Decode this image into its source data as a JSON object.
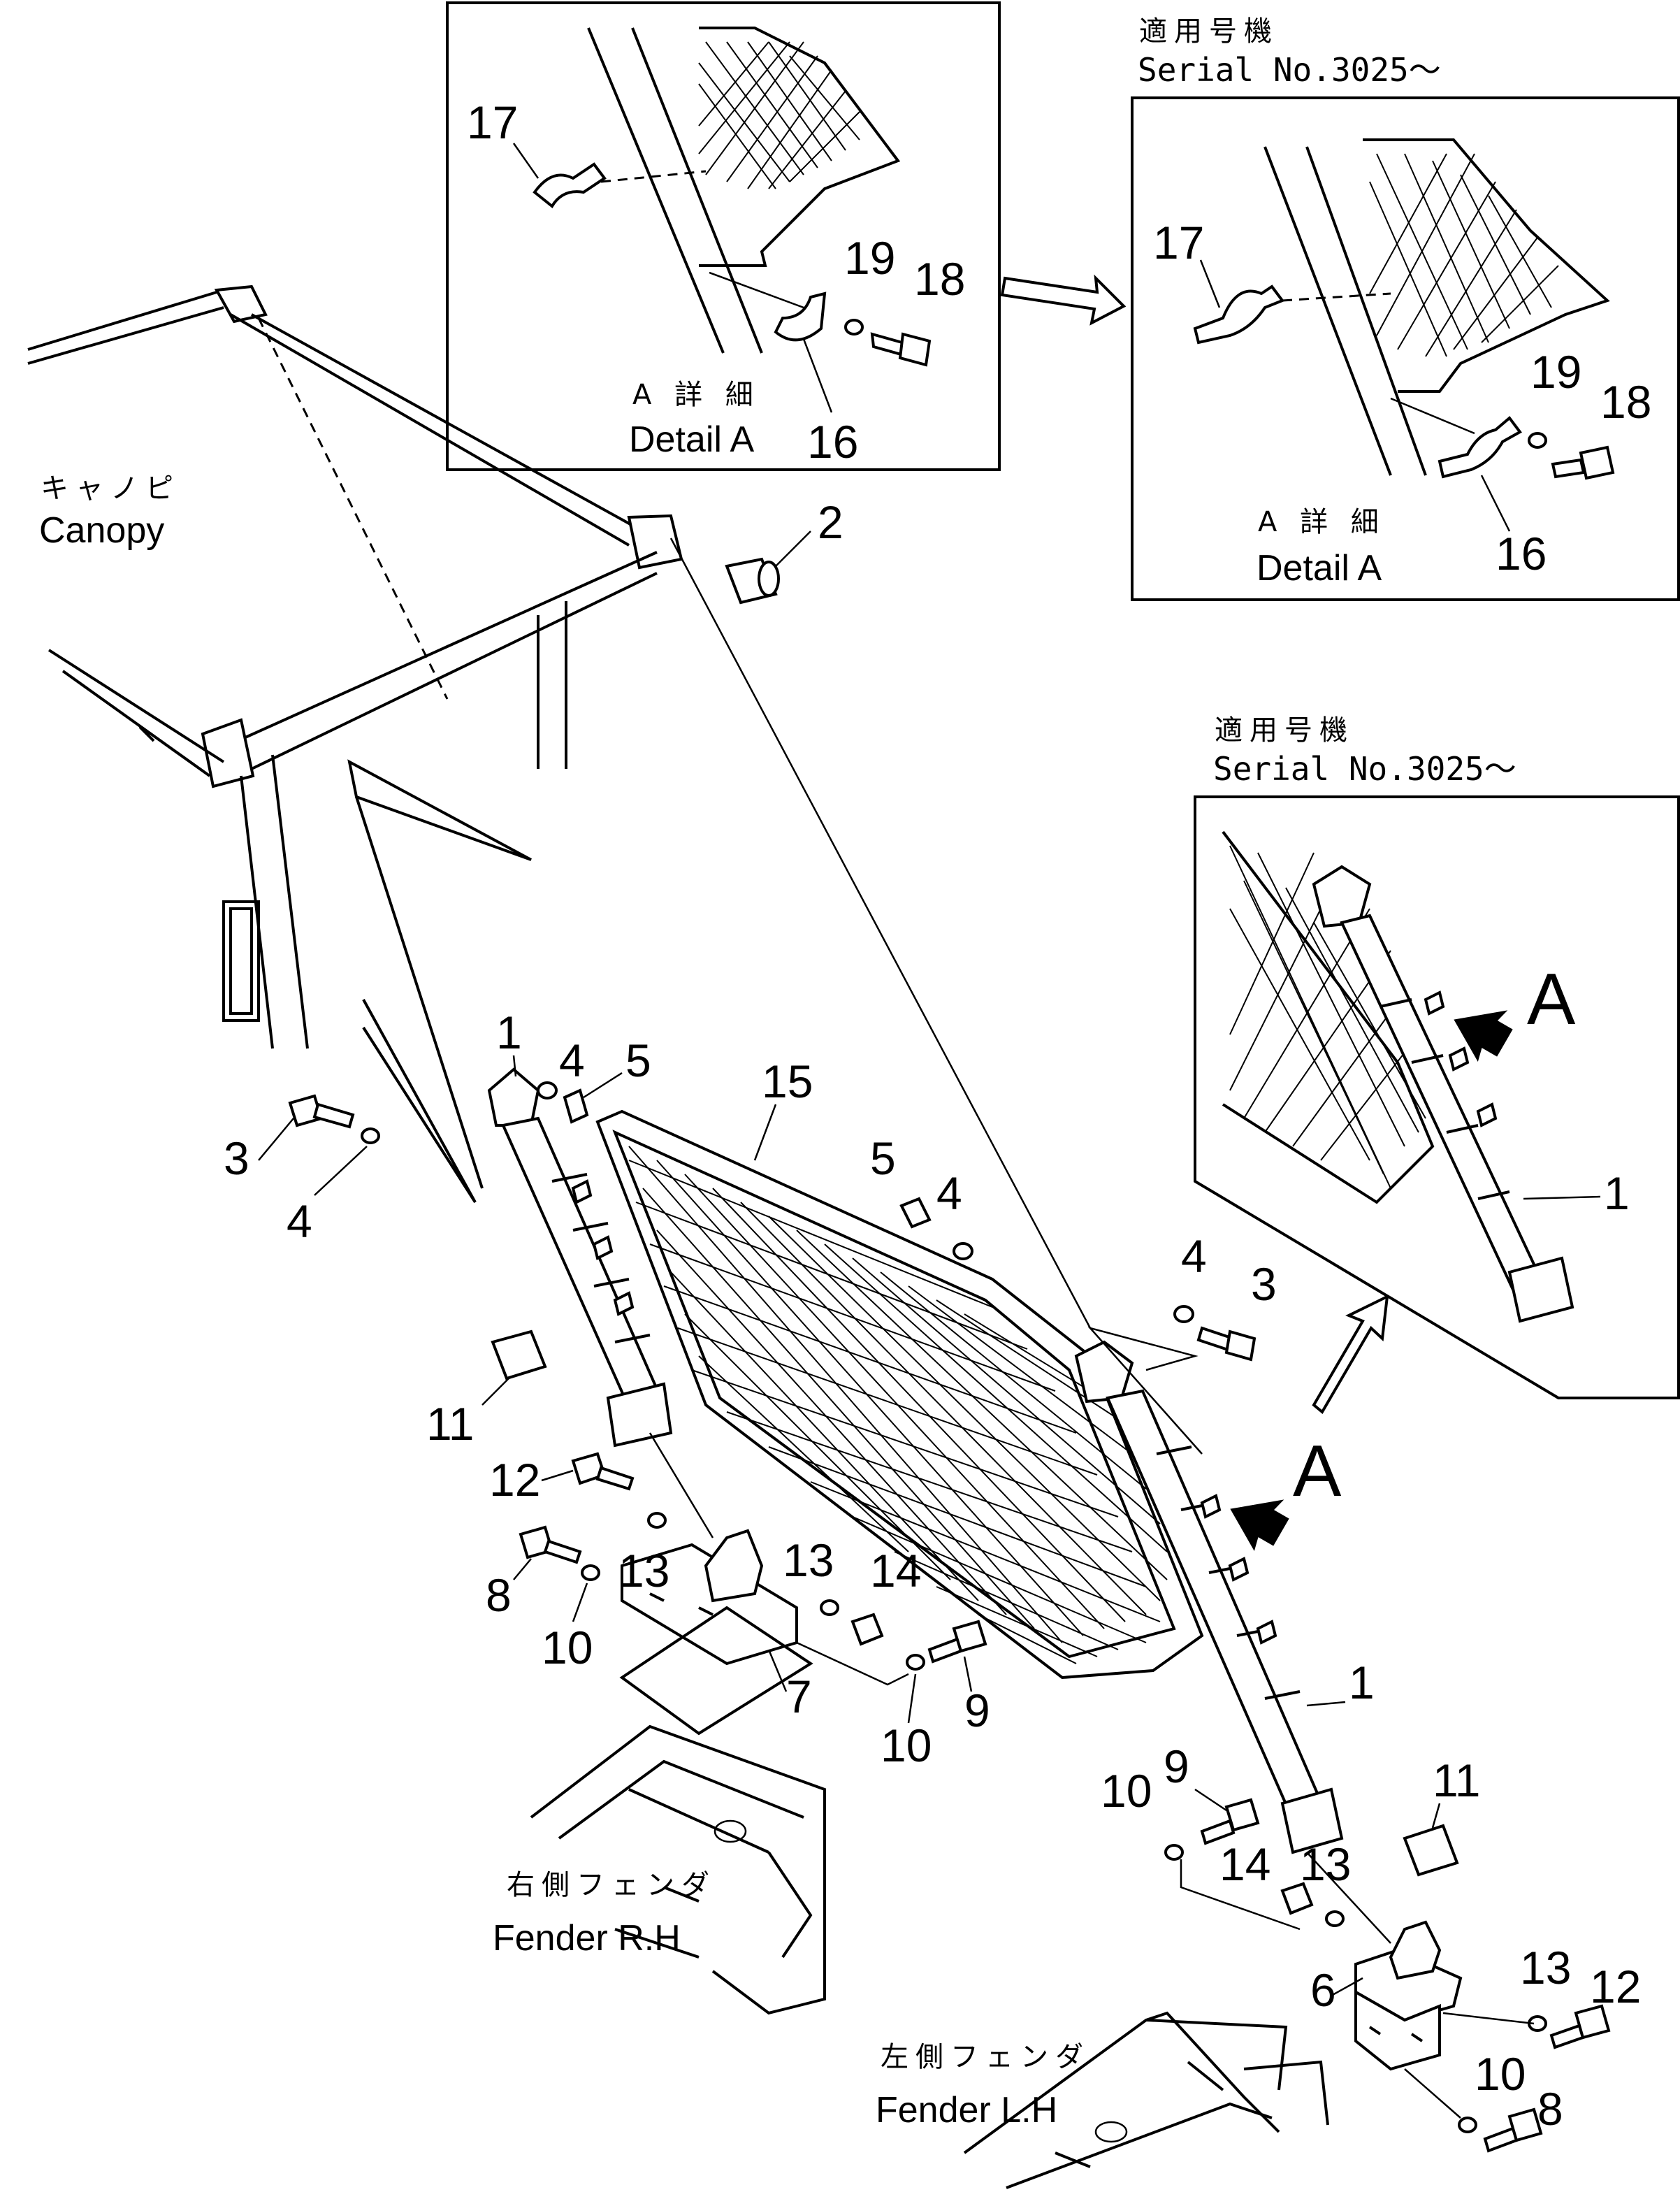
{
  "labels": {
    "canopy_jp": "キャノピ",
    "canopy_en": "Canopy",
    "fender_rh_jp": "右側フェンダ",
    "fender_rh_en": "Fender R.H",
    "fender_lh_jp": "左側フェンダ",
    "fender_lh_en": "Fender L.H",
    "detail_jp": "A 詳 細",
    "detail_en": "Detail A",
    "serial_jp": "適用号機",
    "serial_en": "Serial No.3025～",
    "arrow_a": "A"
  },
  "callouts": {
    "c1": "1",
    "c2": "2",
    "c3": "3",
    "c4": "4",
    "c5": "5",
    "c6": "6",
    "c7": "7",
    "c8": "8",
    "c9": "9",
    "c10": "10",
    "c11": "11",
    "c12": "12",
    "c13": "13",
    "c14": "14",
    "c15": "15",
    "c16": "16",
    "c17": "17",
    "c18": "18",
    "c19": "19"
  }
}
